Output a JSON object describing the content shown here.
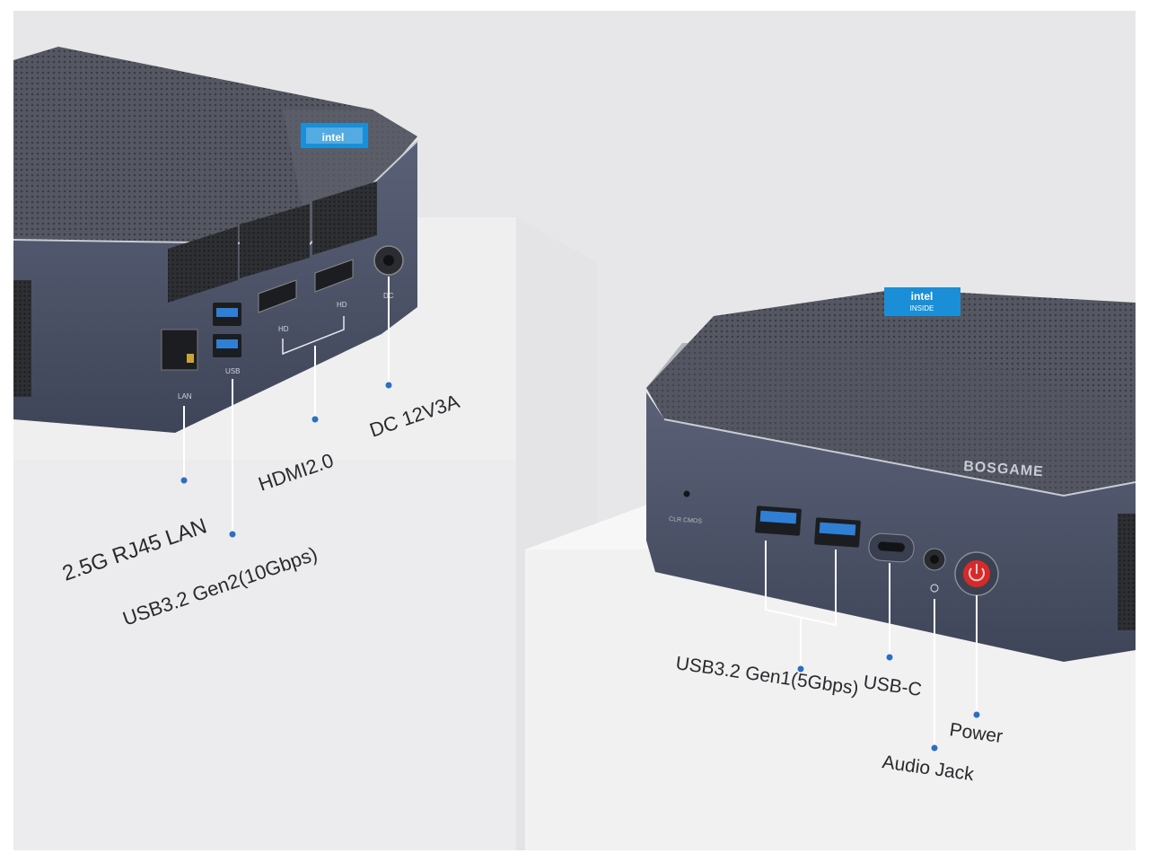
{
  "scene": {
    "colors": {
      "background": "#e7e7e9",
      "pedestal_top": "#f3f3f4",
      "pedestal_side": "#dcdcde",
      "device_body": "#4b5266",
      "device_top": "#585b66",
      "usb_blue": "#2f7fd4",
      "power_red": "#d62a2a",
      "callout_line": "#ffffff",
      "callout_dot": "#2b6fbf",
      "intel_badge": "#1a8fd8",
      "text": "#2a2a2e"
    }
  },
  "rear_device": {
    "badge_text": "intel",
    "port_labels": {
      "lan": "LAN",
      "usb": "USB",
      "hd_left": "HD",
      "hd_right": "HD",
      "dc": "DC"
    },
    "callouts": {
      "lan": "2.5G RJ45 LAN",
      "usb": "USB3.2 Gen2(10Gbps)",
      "hdmi": "HDMI2.0",
      "dc": "DC 12V3A"
    }
  },
  "front_device": {
    "badge_line1": "intel",
    "badge_line2": "INSIDE",
    "brand": "BOSGAME",
    "clr_cmos": "CLR CMOS",
    "callouts": {
      "usb": "USB3.2 Gen1(5Gbps)",
      "usbc": "USB-C",
      "power": "Power",
      "audio": "Audio Jack"
    }
  }
}
